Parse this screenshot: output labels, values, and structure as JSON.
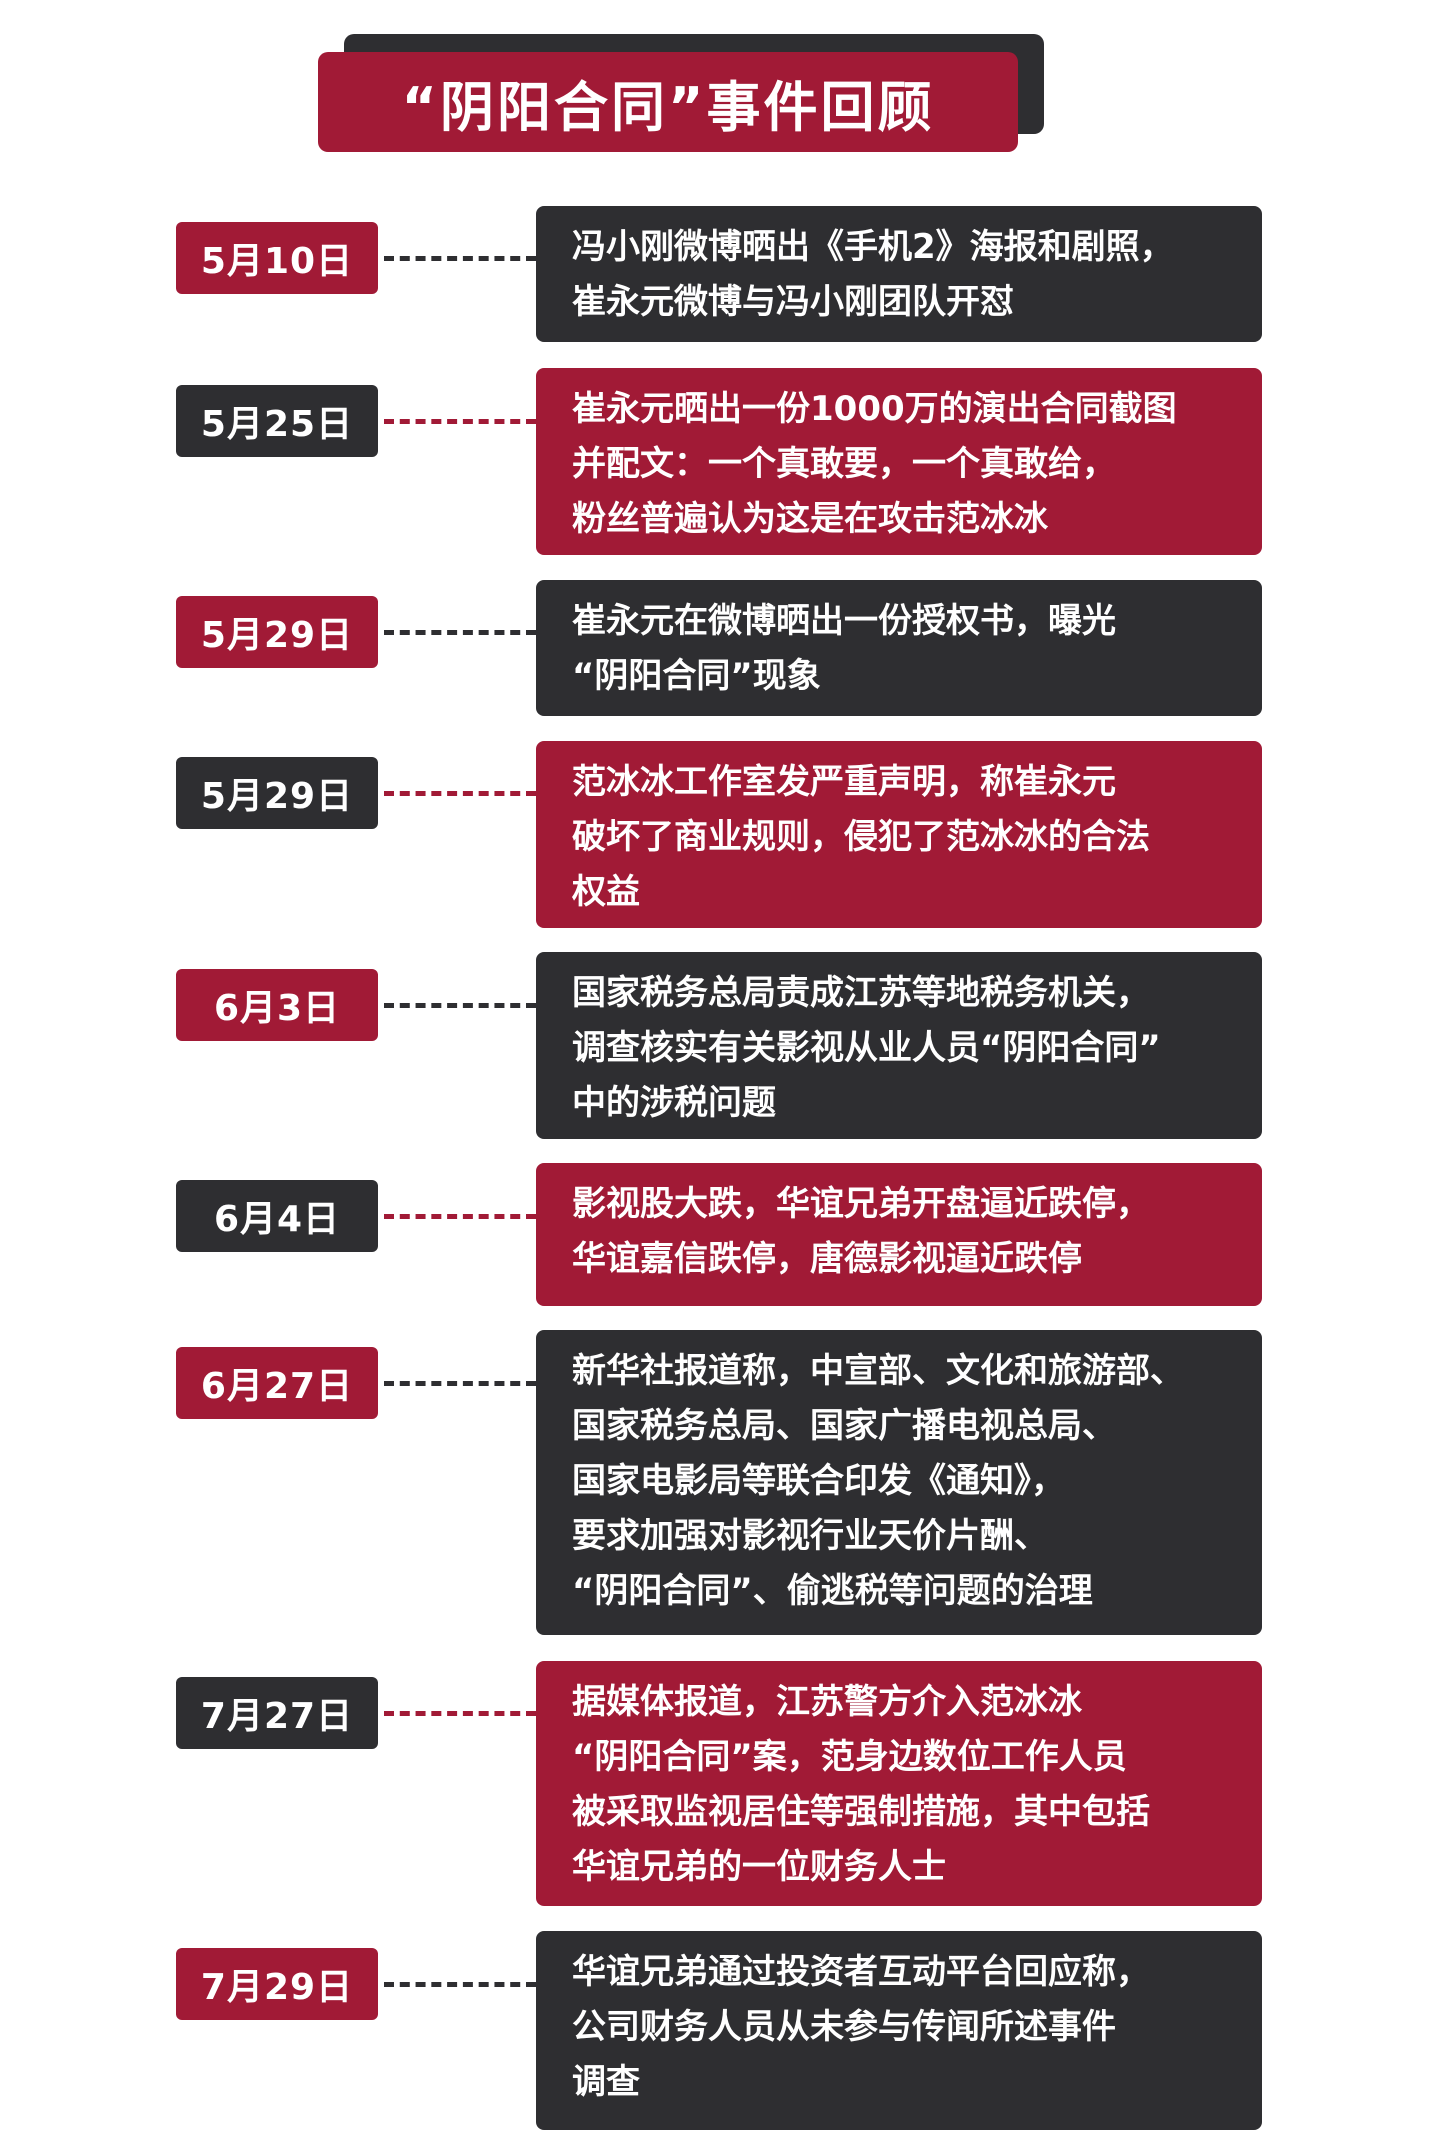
{
  "title": "“阴阳合同”事件回顾",
  "colors": {
    "red": "#a11a36",
    "dark": "#2e2e31"
  },
  "events": [
    {
      "date": "5月10日",
      "lines": [
        "冯小刚微博晒出《手机2》海报和剧照，",
        "崔永元微博与冯小刚团队开怼"
      ]
    },
    {
      "date": "5月25日",
      "lines": [
        "崔永元晒出一份1000万的演出合同截图",
        "并配文：一个真敢要，一个真敢给，",
        "粉丝普遍认为这是在攻击范冰冰"
      ]
    },
    {
      "date": "5月29日",
      "lines": [
        "崔永元在微博晒出一份授权书，曝光",
        "“阴阳合同”现象"
      ]
    },
    {
      "date": "5月29日",
      "lines": [
        "范冰冰工作室发严重声明，称崔永元",
        "破坏了商业规则，侵犯了范冰冰的合法",
        "权益"
      ]
    },
    {
      "date": "6月3日",
      "lines": [
        "国家税务总局责成江苏等地税务机关，",
        "调查核实有关影视从业人员“阴阳合同”",
        "中的涉税问题"
      ]
    },
    {
      "date": "6月4日",
      "lines": [
        "影视股大跌，华谊兄弟开盘逼近跌停，",
        "华谊嘉信跌停，唐德影视逼近跌停"
      ]
    },
    {
      "date": "6月27日",
      "lines": [
        "新华社报道称，中宣部、文化和旅游部、",
        "国家税务总局、国家广播电视总局、",
        "国家电影局等联合印发《通知》，",
        "要求加强对影视行业天价片酬、",
        "“阴阳合同”、偷逃税等问题的治理"
      ]
    },
    {
      "date": "7月27日",
      "lines": [
        "据媒体报道，江苏警方介入范冰冰",
        "“阴阳合同”案，范身边数位工作人员",
        "被采取监视居住等强制措施，其中包括",
        "华谊兄弟的一位财务人士"
      ]
    },
    {
      "date": "7月29日",
      "lines": [
        "华谊兄弟通过投资者互动平台回应称，",
        "公司财务人员从未参与传闻所述事件",
        "调查"
      ]
    }
  ]
}
